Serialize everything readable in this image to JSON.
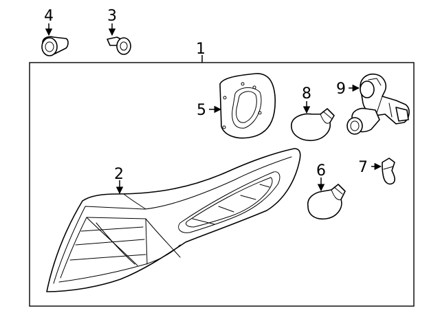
{
  "diagram": {
    "callouts": [
      {
        "id": "c1",
        "text": "1"
      },
      {
        "id": "c2",
        "text": "2"
      },
      {
        "id": "c3",
        "text": "3"
      },
      {
        "id": "c4",
        "text": "4"
      },
      {
        "id": "c5",
        "text": "5"
      },
      {
        "id": "c6",
        "text": "6"
      },
      {
        "id": "c7",
        "text": "7"
      },
      {
        "id": "c8",
        "text": "8"
      },
      {
        "id": "c9",
        "text": "9"
      }
    ],
    "colors": {
      "line": "#000000",
      "background": "#ffffff"
    }
  }
}
